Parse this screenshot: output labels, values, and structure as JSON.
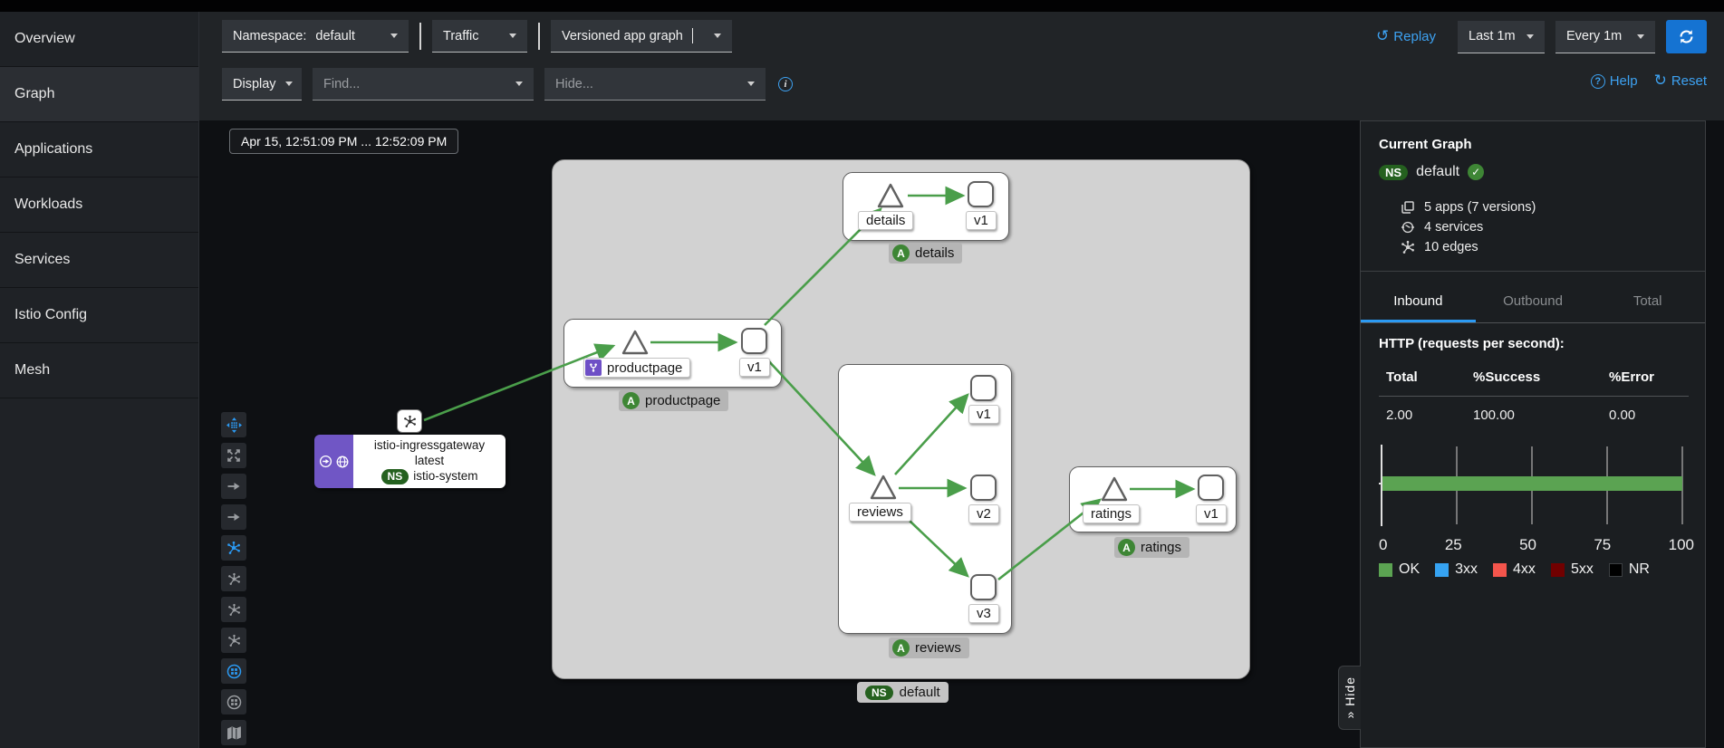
{
  "app": {
    "sidebar": {
      "items": [
        {
          "label": "Overview"
        },
        {
          "label": "Graph"
        },
        {
          "label": "Applications"
        },
        {
          "label": "Workloads"
        },
        {
          "label": "Services"
        },
        {
          "label": "Istio Config"
        },
        {
          "label": "Mesh"
        }
      ],
      "active": "Graph"
    }
  },
  "toolbar": {
    "namespace": {
      "label": "Namespace:",
      "value": "default"
    },
    "traffic": {
      "label": "Traffic"
    },
    "graph_type": {
      "value": "Versioned app graph"
    },
    "display": {
      "label": "Display"
    },
    "find": {
      "placeholder": "Find..."
    },
    "hide": {
      "placeholder": "Hide..."
    },
    "replay": {
      "label": "Replay",
      "icon_glyph": "↺"
    },
    "duration": {
      "value": "Last 1m"
    },
    "refresh_interval": {
      "value": "Every 1m"
    },
    "help": {
      "label": "Help",
      "icon_glyph": "?"
    },
    "reset": {
      "label": "Reset",
      "icon_glyph": "↻"
    }
  },
  "graph": {
    "time_range": "Apr 15, 12:51:09 PM ... 12:52:09 PM",
    "namespace_box": {
      "badge": "NS",
      "name": "default"
    },
    "apps": {
      "details": {
        "service": "details",
        "versions": {
          "v1": "v1"
        },
        "badge": {
          "letter": "A",
          "label": "details"
        }
      },
      "productpage": {
        "service": "productpage",
        "versions": {
          "v1": "v1"
        },
        "badge": {
          "letter": "A",
          "label": "productpage"
        }
      },
      "reviews": {
        "service": "reviews",
        "versions": {
          "v1": "v1",
          "v2": "v2",
          "v3": "v3"
        },
        "badge": {
          "letter": "A",
          "label": "reviews"
        }
      },
      "ratings": {
        "service": "ratings",
        "versions": {
          "v1": "v1"
        },
        "badge": {
          "letter": "A",
          "label": "ratings"
        }
      }
    },
    "gateway": {
      "name": "istio-ingressgateway",
      "version": "latest",
      "ns_badge": "NS",
      "namespace": "istio-system"
    }
  },
  "side_panel": {
    "title": "Current Graph",
    "namespace": {
      "badge": "NS",
      "name": "default"
    },
    "stats": [
      {
        "icon": "applications-icon",
        "label": "5 apps (7 versions)"
      },
      {
        "icon": "service-icon",
        "label": "4 services"
      },
      {
        "icon": "edges-icon",
        "label": "10 edges"
      }
    ],
    "tabs": [
      {
        "label": "Inbound"
      },
      {
        "label": "Outbound"
      },
      {
        "label": "Total"
      }
    ],
    "active_tab": "Inbound",
    "http_title": "HTTP (requests per second):",
    "table": {
      "headers": [
        "Total",
        "%Success",
        "%Error"
      ],
      "row": [
        "2.00",
        "100.00",
        "0.00"
      ]
    },
    "hide_button": "» Hide"
  },
  "chart_data": {
    "type": "bar",
    "orientation": "horizontal",
    "title": "HTTP (requests per second)",
    "series": [
      {
        "name": "OK",
        "value": 100,
        "color": "#5ba352"
      },
      {
        "name": "3xx",
        "value": 0,
        "color": "#36a3f2"
      },
      {
        "name": "4xx",
        "value": 0,
        "color": "#f4554c"
      },
      {
        "name": "5xx",
        "value": 0,
        "color": "#710000"
      },
      {
        "name": "NR",
        "value": 0,
        "color": "#000000"
      }
    ],
    "xlim": [
      0,
      100
    ],
    "xticks": [
      "0",
      "25",
      "50",
      "75",
      "100"
    ],
    "grid": true,
    "legend_position": "bottom"
  },
  "colors": {
    "accent_blue": "#2b9af3",
    "link_blue": "#3da2f2",
    "primary_button_blue": "#1573d2",
    "edge_green": "#4a9e4a",
    "badge_green": "#3e8635",
    "ns_badge_green": "#25611f",
    "virtual_service_purple": "#6e4fc6",
    "namespace_box_gray": "#d2d2d2"
  }
}
